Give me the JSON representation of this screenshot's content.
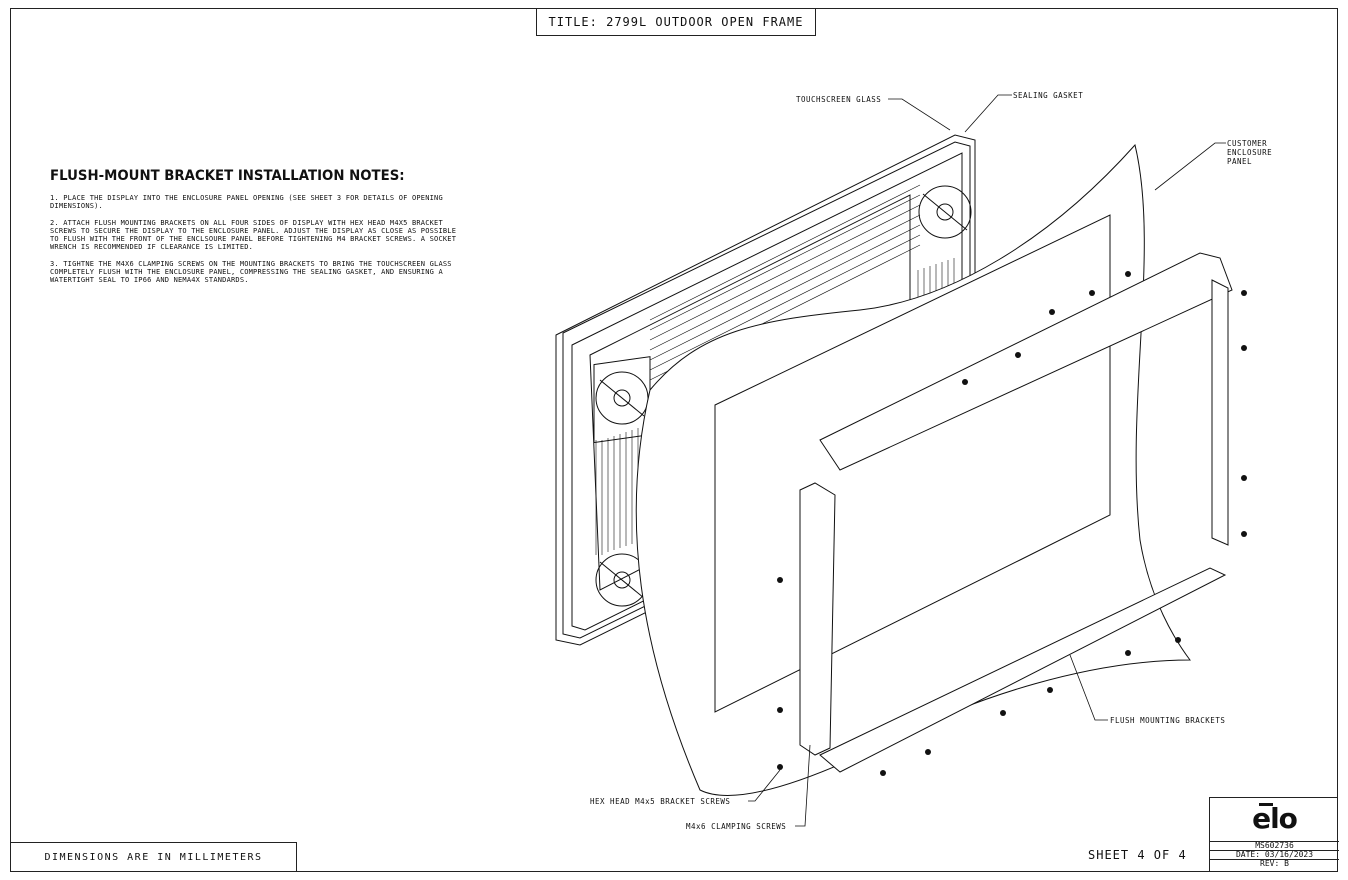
{
  "title": "TITLE: 2799L OUTDOOR OPEN FRAME",
  "notes": {
    "heading": "FLUSH-MOUNT BRACKET INSTALLATION NOTES:",
    "items": [
      "1. PLACE THE DISPLAY INTO THE ENCLOSURE PANEL OPENING (SEE SHEET 3 FOR DETAILS OF OPENING DIMENSIONS).",
      "2. ATTACH FLUSH MOUNTING BRACKETS ON ALL FOUR SIDES OF DISPLAY WITH HEX HEAD M4x5 BRACKET SCREWS TO SECURE THE DISPLAY TO THE ENCLOSURE PANEL. ADJUST THE DISPLAY AS CLOSE AS POSSIBLE TO FLUSH WITH THE FRONT OF THE ENCLSOURE PANEL BEFORE TIGHTENING M4 BRACKET SCREWS.  A SOCKET WRENCH IS RECOMMENDED IF CLEARANCE IS LIMITED.",
      "3. TIGHTNE THE M4x6 CLAMPING SCREWS ON THE MOUNTING BRACKETS TO BRING THE TOUCHSCREEN GLASS COMPLETELY FLUSH WITH THE ENCLOSURE PANEL, COMPRESSING THE SEALING GASKET, AND ENSURING A WATERTIGHT SEAL TO IP66 AND NEMA4X STANDARDS."
    ]
  },
  "callouts": {
    "touchscreen_glass": "TOUCHSCREEN GLASS",
    "sealing_gasket": "SEALING GASKET",
    "customer_panel": [
      "CUSTOMER",
      "ENCLOSURE",
      "PANEL"
    ],
    "flush_brackets": "FLUSH MOUNTING BRACKETS",
    "hex_screws": "HEX HEAD M4x5 BRACKET SCREWS",
    "clamping_screws": "M4x6 CLAMPING SCREWS"
  },
  "footer": {
    "dimensions_note": "DIMENSIONS ARE IN MILLIMETERS",
    "sheet": "SHEET 4 OF 4"
  },
  "title_block": {
    "logo": "elo",
    "drawing_number": "MS602736",
    "date": "DATE: 03/16/2023",
    "rev": "REV: B"
  }
}
